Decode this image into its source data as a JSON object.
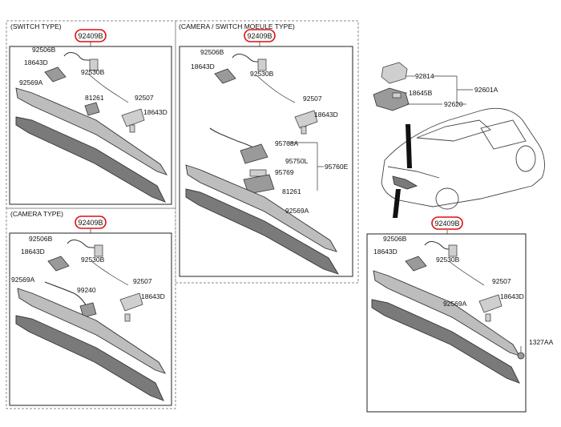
{
  "panels": {
    "switch_type": {
      "title": "(SWITCH TYPE)",
      "assembly": "92409B",
      "labels": [
        "92506B",
        "18643D",
        "92530B",
        "92569A",
        "81261",
        "92507",
        "18643D"
      ]
    },
    "camera_switch_module_type": {
      "title": "(CAMERA / SWITCH MOEULE TYPE)",
      "assembly": "92409B",
      "labels": [
        "92506B",
        "18643D",
        "92530B",
        "92507",
        "18643D",
        "95768A",
        "95750L",
        "95769",
        "95760E",
        "81261",
        "92569A"
      ]
    },
    "camera_type": {
      "title": "(CAMERA TYPE)",
      "assembly": "92409B",
      "labels": [
        "92506B",
        "18643D",
        "92530B",
        "92569A",
        "99240",
        "92507",
        "18643D"
      ]
    },
    "vehicle": {
      "assembly": "92409B",
      "lamp_labels": [
        "92814",
        "92601A",
        "18645B",
        "92620"
      ],
      "labels": [
        "92506B",
        "18643D",
        "92530B",
        "92507",
        "18643D",
        "92569A",
        "1327AA"
      ]
    }
  }
}
